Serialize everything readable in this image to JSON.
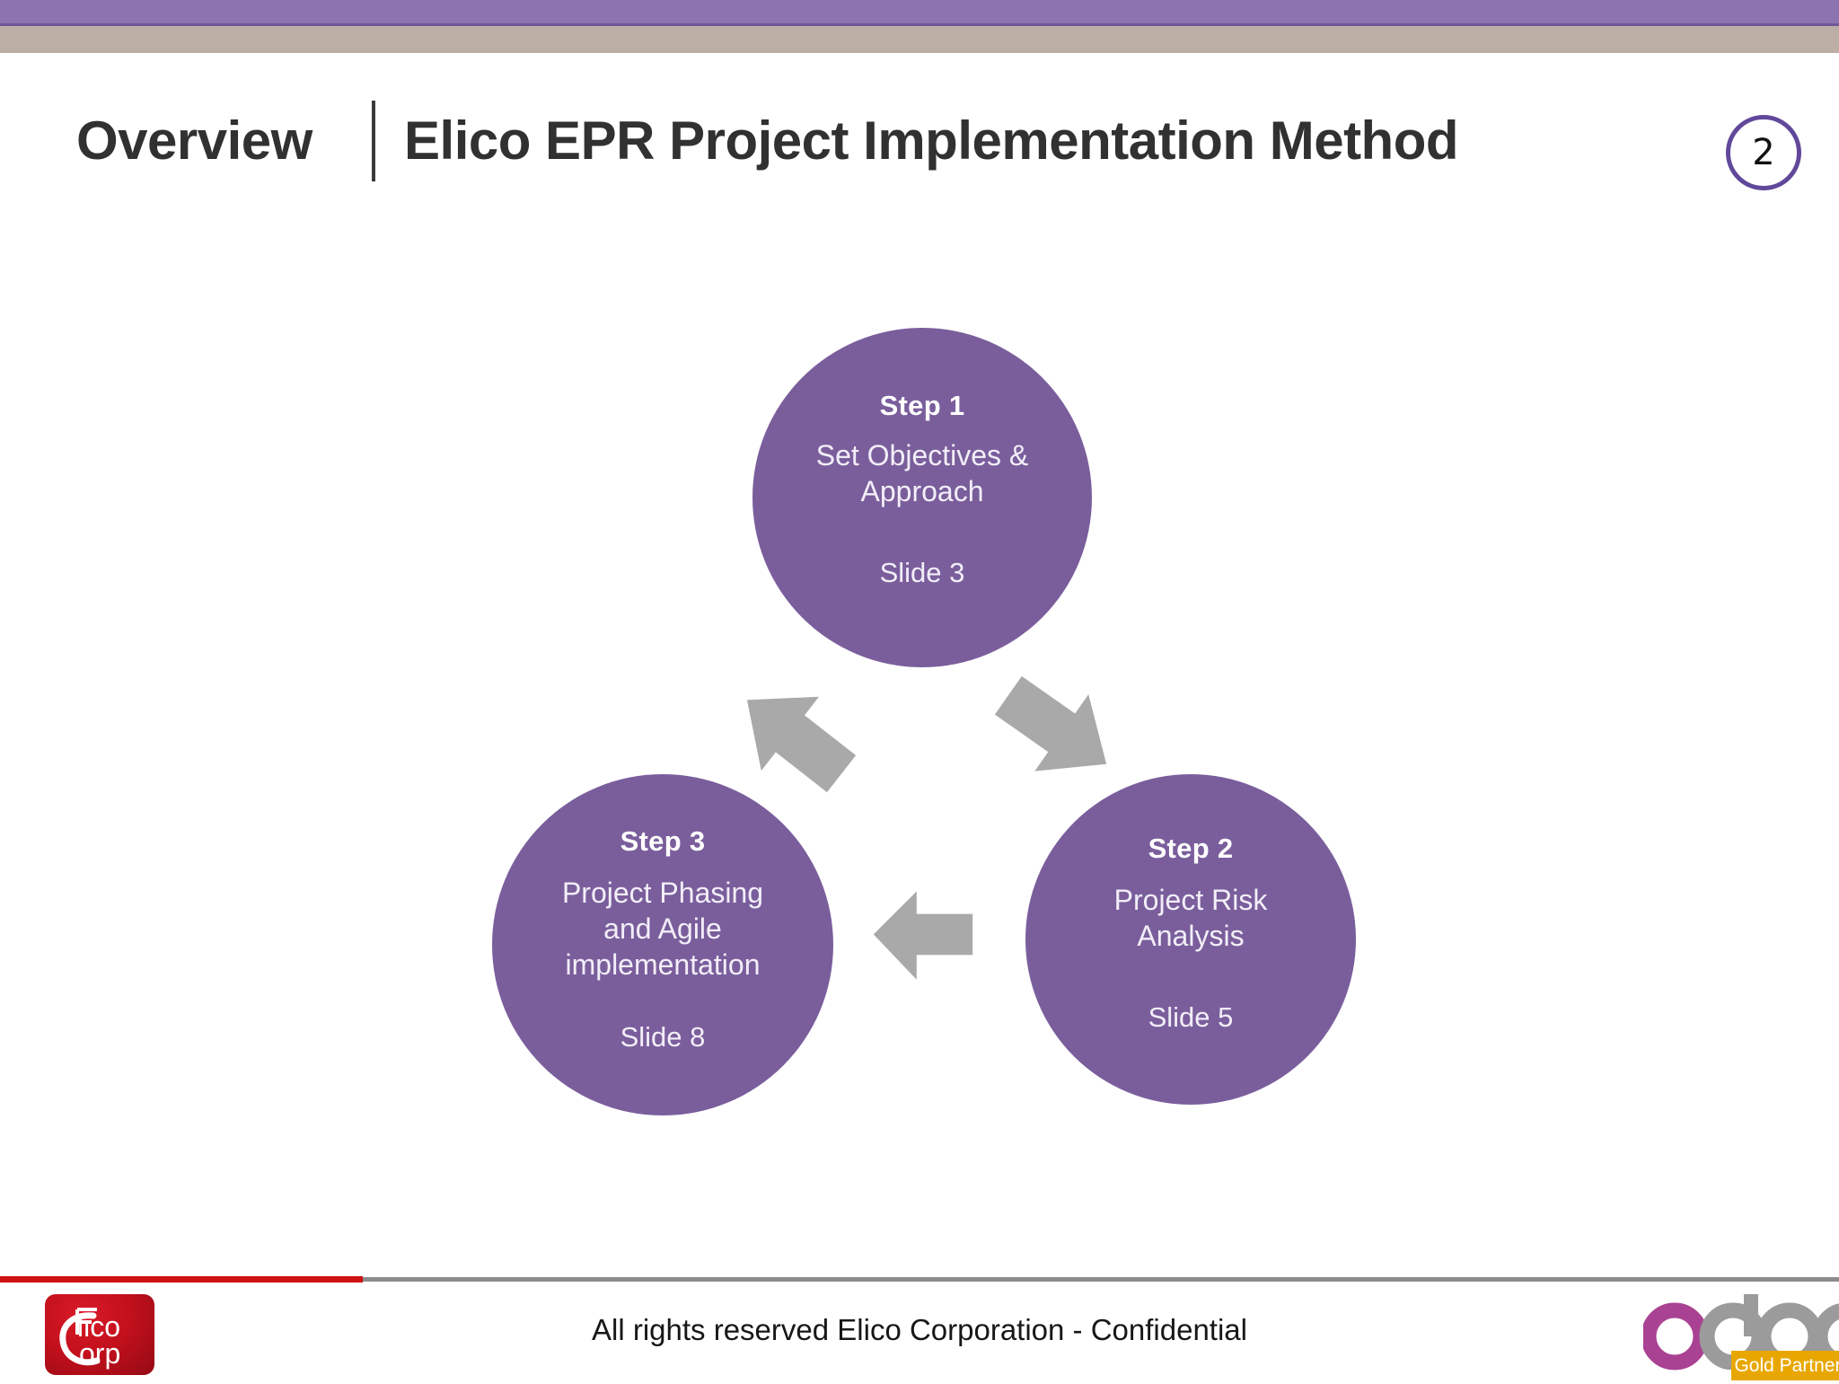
{
  "slide": {
    "page_number": "2",
    "title_left": "Overview",
    "title_main": "Elico EPR Project  Implementation Method",
    "accent_purple": "#8c74b0",
    "accent_tan": "#bdaea5",
    "circle_purple": "#7a5e9c",
    "arrow_gray": "#a9a9a9",
    "badge_border": "#61489a"
  },
  "diagram": {
    "type": "cycle",
    "steps": [
      {
        "id": "step1",
        "title": "Step 1",
        "description": "Set Objectives &\nApproach",
        "description_lines": [
          "Set Objectives &",
          "Approach"
        ],
        "slide_ref": "Slide 3"
      },
      {
        "id": "step2",
        "title": "Step 2",
        "description": "Project Risk\nAnalysis",
        "description_lines": [
          "Project Risk",
          "Analysis"
        ],
        "slide_ref": "Slide 5"
      },
      {
        "id": "step3",
        "title": "Step 3",
        "description": "Project Phasing\nand  Agile\nimplementation",
        "description_lines": [
          "Project Phasing",
          "and  Agile",
          "implementation"
        ],
        "slide_ref": "Slide 8"
      }
    ],
    "arrows": [
      {
        "id": "arrow-1-to-2",
        "from": "step1",
        "to": "step2",
        "direction": "down-right"
      },
      {
        "id": "arrow-2-to-3",
        "from": "step2",
        "to": "step3",
        "direction": "left"
      },
      {
        "id": "arrow-3-to-1",
        "from": "step3",
        "to": "step1",
        "direction": "up-right"
      }
    ]
  },
  "footer": {
    "text": "All rights reserved Elico Corporation - Confidential",
    "elico_logo": {
      "line1": "Elico",
      "line2": "Corp",
      "mark": "C"
    },
    "odoo_logo": {
      "wordmark": "odoo",
      "badge": "Gold Partner",
      "first_letter_color": "#a94292",
      "letter_color": "#9b9b9b",
      "badge_color": "#e8a700"
    }
  }
}
